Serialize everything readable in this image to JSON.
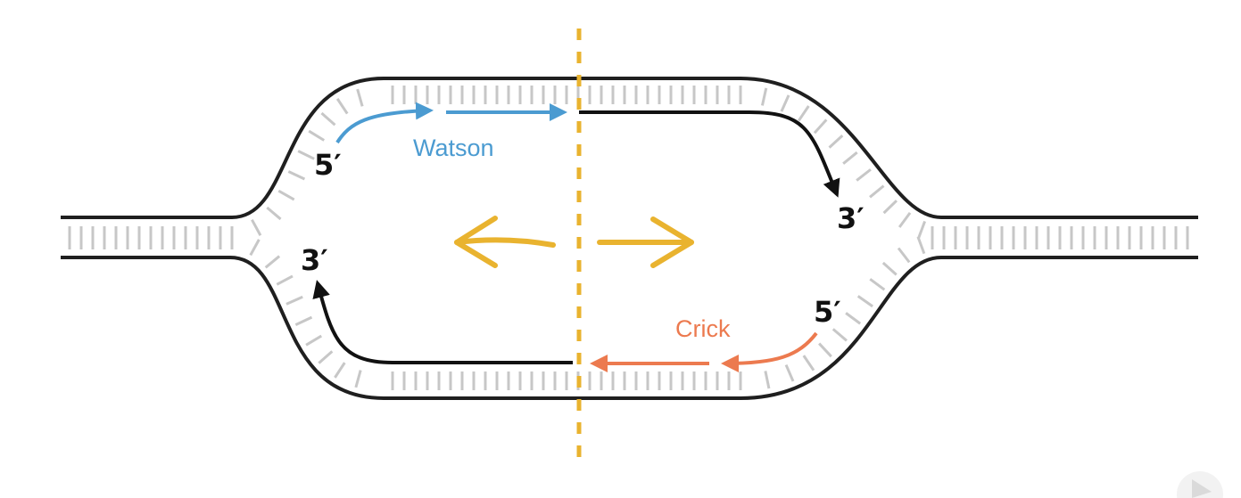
{
  "colors": {
    "backbone": "#1f1f1f",
    "rung": "#c7c7c7",
    "watson": "#4b9bd1",
    "crick": "#ec7a4f",
    "origin": "#e9b32f",
    "strand_end": "#111111"
  },
  "labels": {
    "watson_name": "Watson",
    "crick_name": "Crick",
    "top_left_end": "5′",
    "top_right_end": "3′",
    "bottom_left_end": "3′",
    "bottom_right_end": "5′"
  },
  "icons": {
    "fork_arrows": "double-headed-arrow",
    "corner_mark": "play-icon"
  }
}
